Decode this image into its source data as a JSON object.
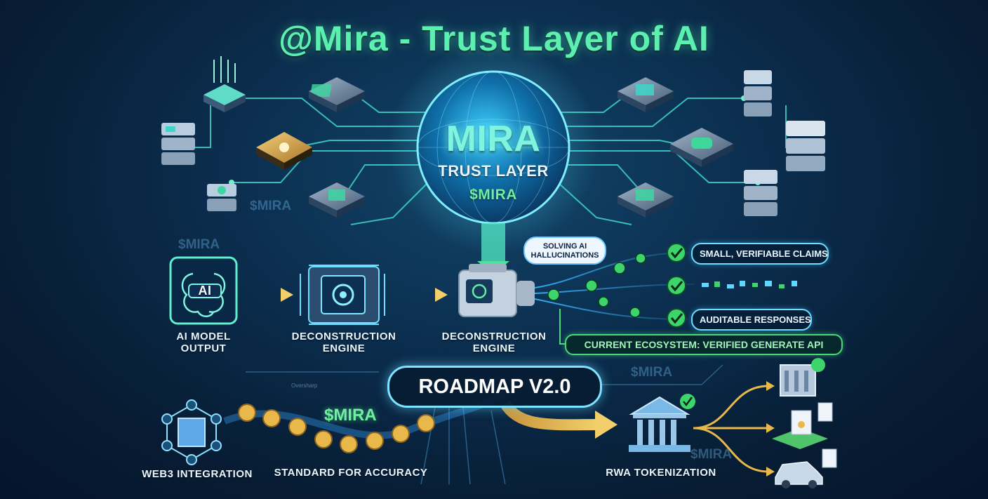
{
  "title": "@Mira - Trust Layer of AI",
  "orb": {
    "name": "MIRA",
    "subtitle": "TRUST LAYER",
    "ticker": "$MIRA"
  },
  "watermarks": [
    "$MIRA",
    "$MIRA",
    "$MIRA",
    "$MIRA"
  ],
  "flow": {
    "ai_model_output": "AI MODEL\nOUTPUT",
    "ai_chip_text": "AI",
    "engine_1": "DECONSTRUCTION\nENGINE",
    "engine_2": "DECONSTRUCTION\nENGINE",
    "bubble": "SOLVING AI\nHALLUCINATIONS",
    "claims": "SMALL, VERIFIABLE CLAIMS",
    "auditable": "AUDITABLE RESPONSES",
    "ecosystem": "CURRENT ECOSYSTEM: VERIFIED GENERATE API"
  },
  "roadmap": {
    "label": "ROADMAP V2.0",
    "mira_token": "$MIRA",
    "web3": "WEB3 INTEGRATION",
    "accuracy": "STANDARD FOR ACCURACY",
    "rwa": "RWA TOKENIZATION",
    "small_text": "Oversharp"
  },
  "colors": {
    "accent_green": "#5cf0b0",
    "cyan": "#6fdcff",
    "gold": "#e8b84a",
    "check_green": "#3dd46a",
    "background": "#0b2d4d"
  }
}
